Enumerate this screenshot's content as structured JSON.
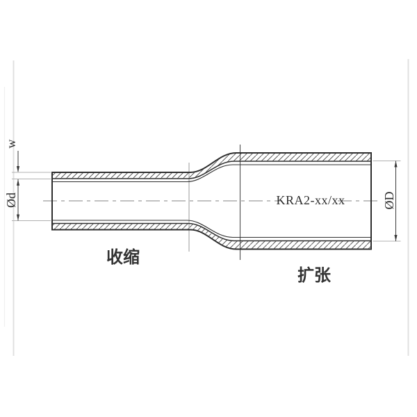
{
  "drawing": {
    "part_label": "KRA2-xx/xx",
    "section_labels": {
      "left": "收缩",
      "right": "扩张"
    },
    "dimensions": {
      "wall_thickness": "w",
      "small_diameter": "Ød",
      "large_diameter": "ØD"
    },
    "colors": {
      "background": "#ffffff",
      "outline": "#2e2e2e",
      "hatch": "#5a5a5a",
      "dimension": "#3a3a3a",
      "extension": "#b0b0b0",
      "centerline": "#9c9c9c",
      "construction_light": "#a3a3a3",
      "construction_dark": "#4f4f4f",
      "sheet_edge": "#e0e0e0",
      "text": "#2b2b2b"
    }
  }
}
